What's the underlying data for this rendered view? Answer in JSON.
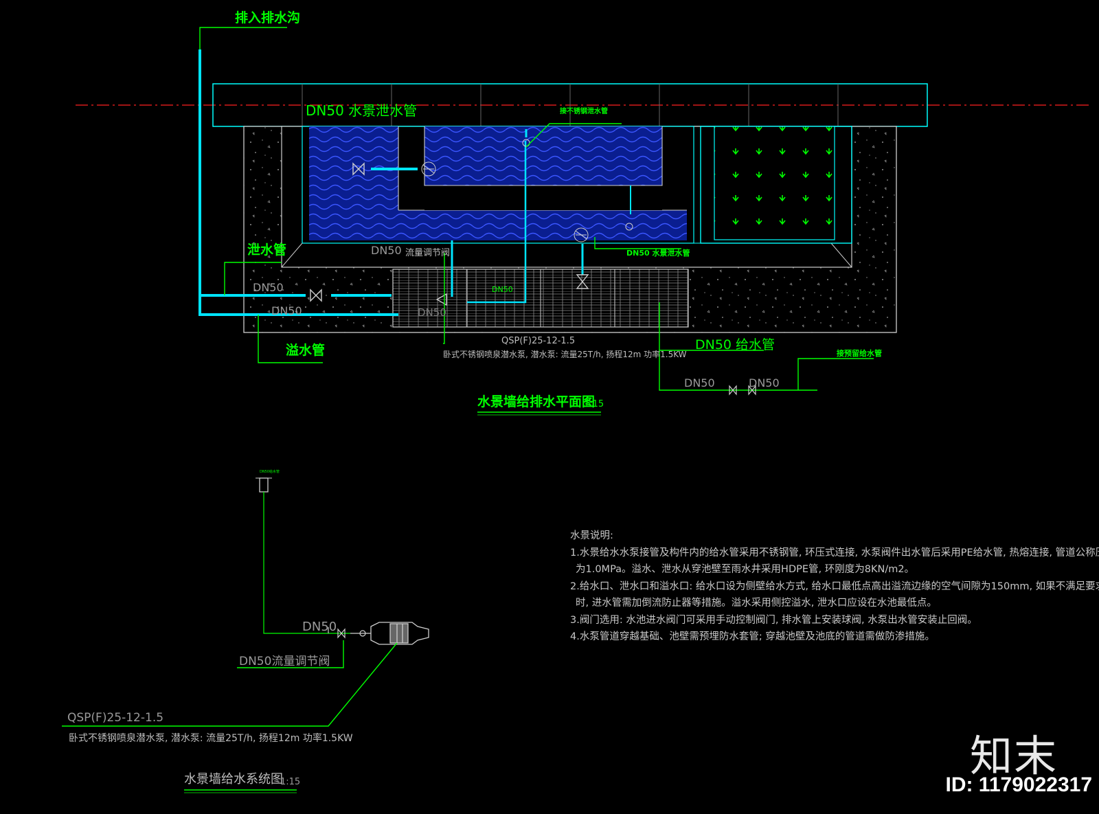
{
  "plan": {
    "drain_ditch_label": "排入排水沟",
    "dn50_drain_label": "DN50  水景泄水管",
    "ss_drain_label": "接不锈钢泄水管",
    "drain_pipe_label": "泄水管",
    "dn50_a": "DN50",
    "dn50_b": "DN50",
    "dn50_flow_valve": "DN50",
    "flow_valve_label": "流量调节阀",
    "dn50_drain_small": "DN50  水景泄水管",
    "dn50_inner": "DN50",
    "dn50_pump": "DN50",
    "overflow_label": "溢水管",
    "pump_model": "QSP(F)25-12-1.5",
    "pump_desc": "卧式不锈钢喷泉潜水泵, 潜水泵: 流量25T/h, 扬程12m  功率1.5KW",
    "supply_label": "DN50  给水管",
    "supply_dn_a": "DN50",
    "supply_dn_b": "DN50",
    "municipal_label": "接预留给水管",
    "title": "水景墙给排水平面图",
    "scale": "1:15"
  },
  "system": {
    "top_tag": "DN50给水管",
    "dn50": "DN50",
    "flow_valve": "DN50流量调节阀",
    "pump_model": "QSP(F)25-12-1.5",
    "pump_desc": "卧式不锈钢喷泉潜水泵, 潜水泵: 流量25T/h, 扬程12m  功率1.5KW",
    "title": "水景墙给水系统图",
    "scale": "1:15"
  },
  "notes": {
    "heading": "水景说明:",
    "lines": [
      "1.水景给水水泵接管及构件内的给水管采用不锈钢管, 环压式连接, 水泵阀件出水管后采用PE给水管, 热熔连接, 管道公称压力均",
      "为1.0MPa。溢水、泄水从穿池壁至雨水井采用HDPE管, 环刚度为8KN/m2。",
      "2.给水口、泄水口和溢水口: 给水口设为侧壁给水方式, 给水口最低点高出溢流边缘的空气间隙为150mm, 如果不满足要求",
      "时, 进水管需加倒流防止器等措施。溢水采用侧控溢水, 泄水口应设在水池最低点。",
      "3.阀门选用: 水池进水阀门可采用手动控制阀门, 排水管上安装球阀, 水泵出水管安装止回阀。",
      "4.水泵管道穿越基础、池壁需预埋防水套管; 穿越池壁及池底的管道需做防渗措施。"
    ]
  },
  "watermark": {
    "brand": "知末",
    "id": "ID: 1179022317"
  },
  "colors": {
    "background": "#000000",
    "cyan": "#00ffff",
    "pipe": "#00e5ff",
    "green": "#00ff00",
    "water": "#0a1e90",
    "wave": "#3a55ff",
    "outline": "#cfcfcf",
    "red_axis": "#ff2020",
    "notes": "#c8c8c8"
  }
}
